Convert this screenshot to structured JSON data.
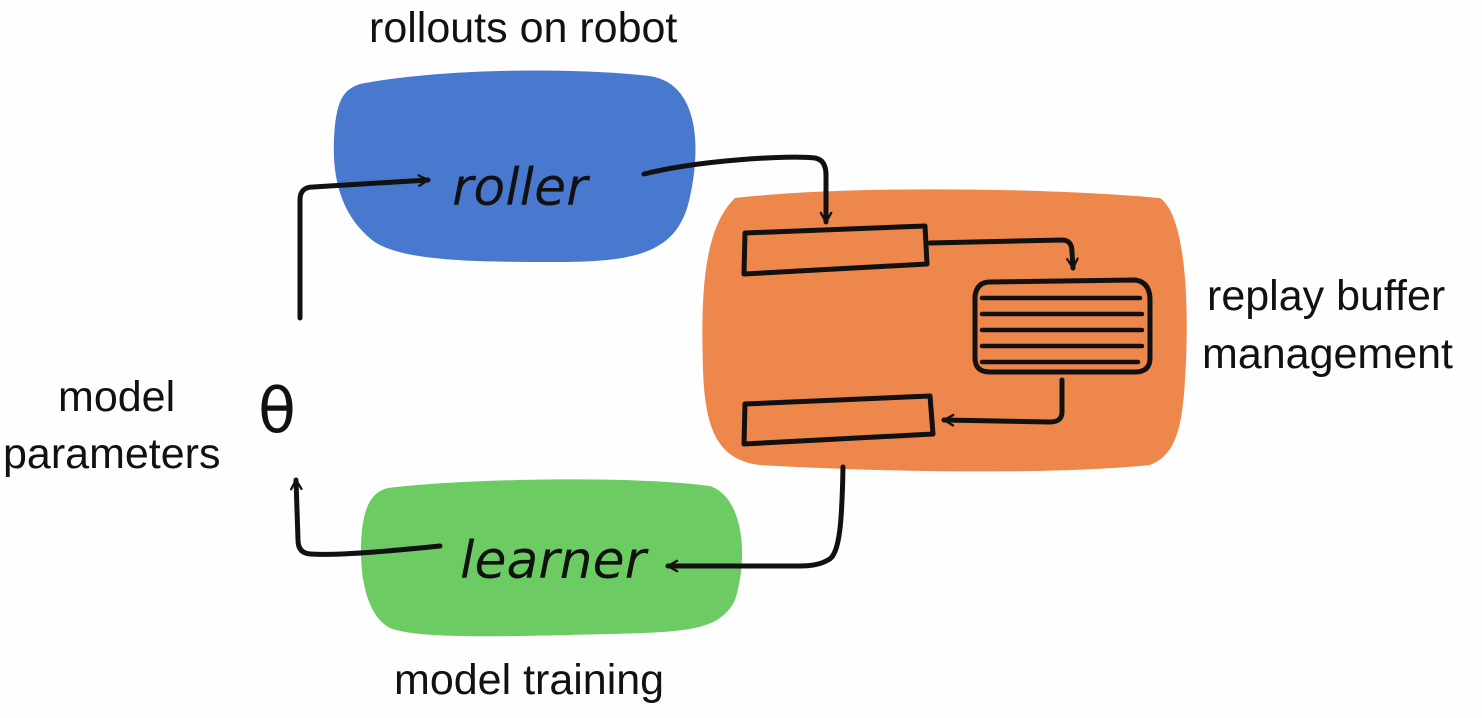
{
  "labels": {
    "rollouts": "rollouts on robot",
    "replay_line1": "replay buffer",
    "replay_line2": "management",
    "model_line1": "model",
    "model_line2": "parameters",
    "training": "model training"
  },
  "nodes": {
    "roller": "roller",
    "learner": "learner",
    "theta": "θ"
  },
  "colors": {
    "roller_blob": "#4978cf",
    "learner_blob": "#6ccb63",
    "replay_blob": "#ee874b",
    "ink": "#111111",
    "background": "#fefefe"
  }
}
